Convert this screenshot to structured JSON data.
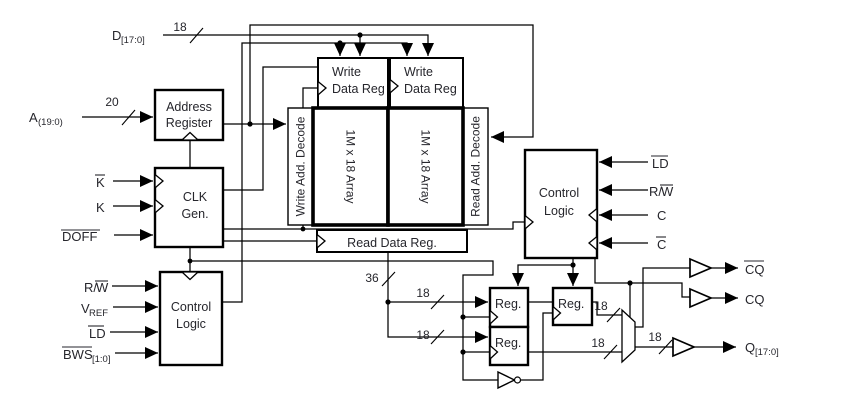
{
  "colors": {
    "background": "#ffffff",
    "line": "#000000",
    "text": "#26262c"
  },
  "signals_left": {
    "d": {
      "name": "D",
      "sub": "[17:0]",
      "bus": "18"
    },
    "a": {
      "name": "A",
      "sub": "(19:0)",
      "bus": "20"
    },
    "k_bar": {
      "name": "K"
    },
    "k": {
      "name": "K"
    },
    "doff": {
      "name": "DOFF"
    },
    "rw": {
      "pre": "R/",
      "w": "W"
    },
    "vref": {
      "name": "V",
      "sub": "REF"
    },
    "ld": {
      "name": "LD"
    },
    "bws": {
      "name": "BWS",
      "sub": "[1:0]"
    }
  },
  "blocks": {
    "address_register": {
      "line1": "Address",
      "line2": "Register"
    },
    "clk_gen": {
      "line1": "CLK",
      "line2": "Gen."
    },
    "control_left": {
      "line1": "Control",
      "line2": "Logic"
    },
    "wdr1": {
      "line1": "Write",
      "line2": "Data Reg"
    },
    "wdr2": {
      "line1": "Write",
      "line2": "Data Reg"
    },
    "write_decode": {
      "label": "Write Add. Decode"
    },
    "array1": {
      "label": "1M x 18 Array"
    },
    "array2": {
      "label": "1M x 18 Array"
    },
    "read_decode": {
      "label": "Read Add. Decode"
    },
    "read_data_reg": {
      "label": "Read Data Reg."
    },
    "control_right": {
      "line1": "Control",
      "line2": "Logic"
    },
    "reg_a": {
      "label": "Reg."
    },
    "reg_b": {
      "label": "Reg."
    },
    "reg_c": {
      "label": "Reg."
    }
  },
  "buses": {
    "rdr_out": "36",
    "reg_a_in": "18",
    "reg_b_in": "18",
    "mux_in_top": "18",
    "mux_in_bottom": "18",
    "mux_out": "18"
  },
  "signals_right": {
    "ld": {
      "name": "LD"
    },
    "rw": {
      "pre": "R/",
      "w": "W"
    },
    "c": {
      "name": "C"
    },
    "c_bar": {
      "name": "C"
    }
  },
  "outputs": {
    "cq_bar": {
      "name": "CQ"
    },
    "cq": {
      "name": "CQ"
    },
    "q": {
      "name": "Q",
      "sub": "[17:0]"
    }
  }
}
